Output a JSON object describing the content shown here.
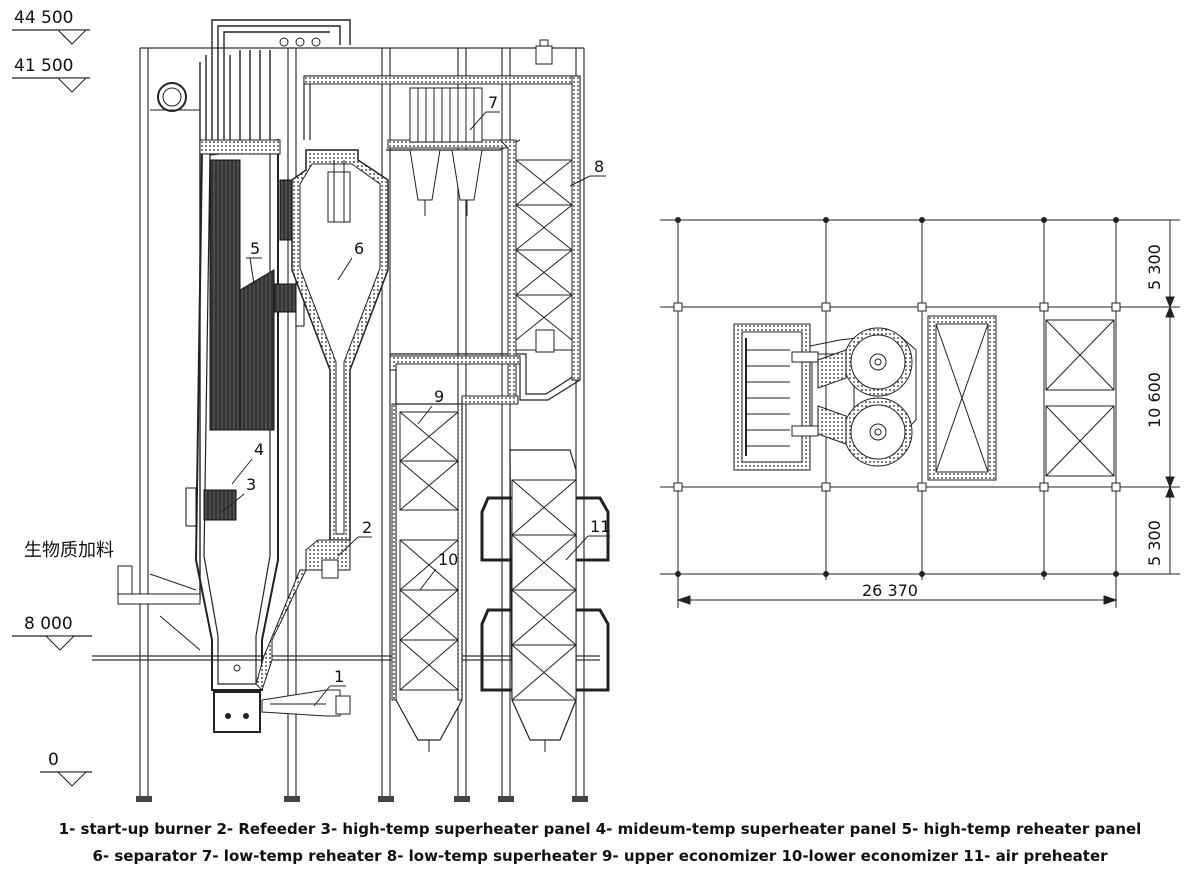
{
  "elevations": [
    "44 500",
    "41 500",
    "8 000",
    "0"
  ],
  "feed_label": "生物质加料",
  "part_numbers": [
    "1",
    "2",
    "3",
    "4",
    "5",
    "6",
    "7",
    "8",
    "9",
    "10",
    "11"
  ],
  "plan_dims": {
    "top": "5 300",
    "middle": "10 600",
    "bottom": "5 300",
    "width": "26 370"
  },
  "legend": {
    "line1": "1- start-up burner  2- Refeeder  3- high-temp superheater panel  4- mideum-temp superheater panel  5- high-temp reheater panel",
    "line2": "6- separator  7- low-temp reheater  8- low-temp superheater  9- upper economizer  10-lower economizer  11- air preheater"
  }
}
